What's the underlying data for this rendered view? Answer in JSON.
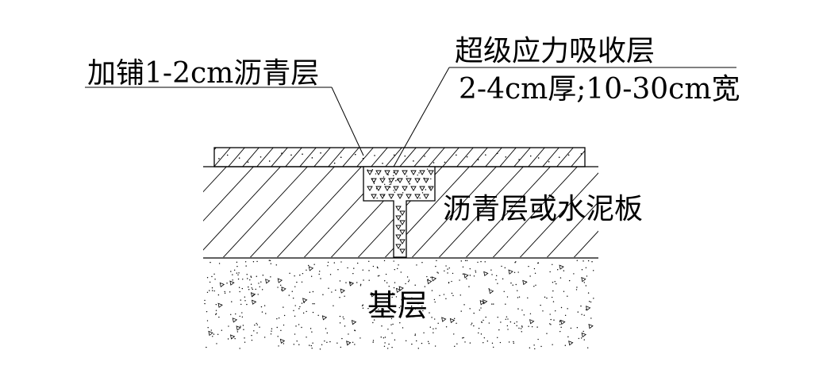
{
  "labels": {
    "overlay": "加铺1-2cm沥青层",
    "sami": "超级应力吸收层",
    "sami_spec": "2-4cm厚;10-30cm宽",
    "slab": "沥青层或水泥板",
    "base": "基层"
  }
}
